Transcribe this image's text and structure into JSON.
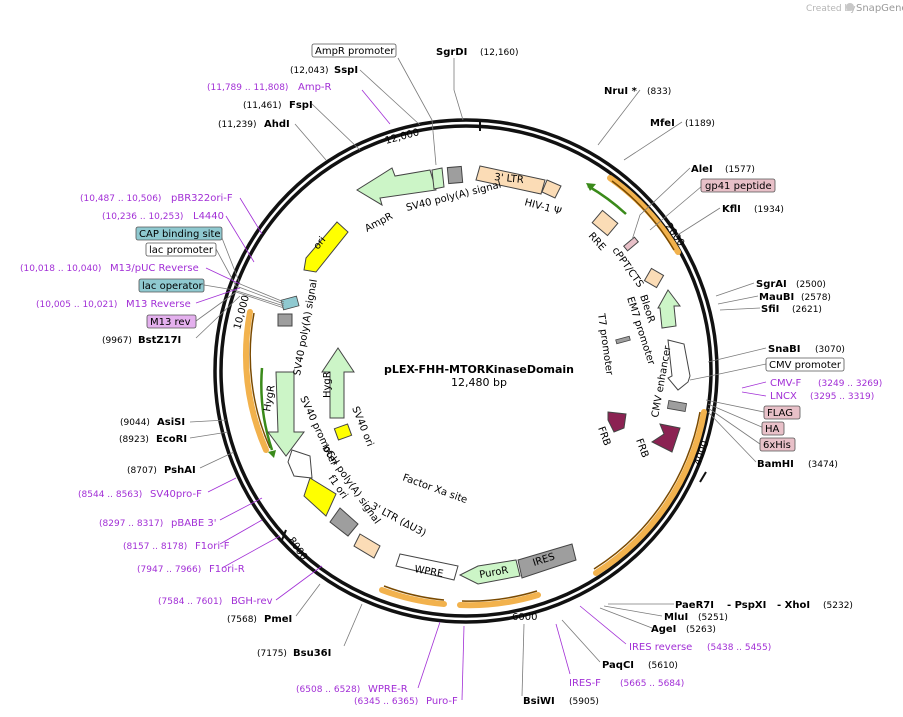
{
  "credit": {
    "prefix": "Created by",
    "brand": "SnapGene"
  },
  "plasmid": {
    "name": "pLEX-FHH-MTORKinaseDomain",
    "length": "12,480 bp"
  },
  "ticks": [
    "12,000",
    "2000",
    "4000",
    "6000",
    "8000",
    "10,000"
  ],
  "sites": [
    {
      "name": "SgrDI",
      "pos": "(12,160)"
    },
    {
      "name": "SspI",
      "pos": "(12,043)"
    },
    {
      "name": "FspI",
      "pos": "(11,461)"
    },
    {
      "name": "AhdI",
      "pos": "(11,239)"
    },
    {
      "name": "NruI *",
      "pos": "(833)"
    },
    {
      "name": "MfeI",
      "pos": "(1189)"
    },
    {
      "name": "AleI",
      "pos": "(1577)"
    },
    {
      "name": "KflI",
      "pos": "(1934)"
    },
    {
      "name": "SgrAI",
      "pos": "(2500)"
    },
    {
      "name": "MauBI",
      "pos": "(2578)"
    },
    {
      "name": "SfiI",
      "pos": "(2621)"
    },
    {
      "name": "SnaBI",
      "pos": "(3070)"
    },
    {
      "name": "BamHI",
      "pos": "(3474)"
    },
    {
      "name": "PaeR7I",
      "pos": ""
    },
    {
      "name": "- PspXI",
      "pos": ""
    },
    {
      "name": "- XhoI",
      "pos": "(5232)"
    },
    {
      "name": "MluI",
      "pos": "(5251)"
    },
    {
      "name": "AgeI",
      "pos": "(5263)"
    },
    {
      "name": "PaqCI",
      "pos": "(5610)"
    },
    {
      "name": "BsiWI",
      "pos": "(5905)"
    },
    {
      "name": "Bsu36I",
      "pos": "(7175)"
    },
    {
      "name": "PmeI",
      "pos": "(7568)"
    },
    {
      "name": "PshAI",
      "pos": "(8707)"
    },
    {
      "name": "EcoRI",
      "pos": "(8923)"
    },
    {
      "name": "AsiSI",
      "pos": "(9044)"
    },
    {
      "name": "BstZ17I",
      "pos": "(9967)"
    }
  ],
  "primers": [
    {
      "pos": "(11,789 .. 11,808)",
      "name": "Amp-R"
    },
    {
      "pos": "(10,487 .. 10,506)",
      "name": "pBR322ori-F"
    },
    {
      "pos": "(10,236 .. 10,253)",
      "name": "L4440"
    },
    {
      "pos": "(10,018 .. 10,040)",
      "name": "M13/pUC Reverse"
    },
    {
      "pos": "(10,005 .. 10,021)",
      "name": "M13 Reverse"
    },
    {
      "name": "CMV-F",
      "pos": "(3249 .. 3269)"
    },
    {
      "name": "LNCX",
      "pos": "(3295 .. 3319)"
    },
    {
      "name": "IRES reverse",
      "pos": "(5438 .. 5455)"
    },
    {
      "name": "IRES-F",
      "pos": "(5665 .. 5684)"
    },
    {
      "pos": "(6508 .. 6528)",
      "name": "WPRE-R"
    },
    {
      "pos": "(6345 .. 6365)",
      "name": "Puro-F"
    },
    {
      "pos": "(8544 .. 8563)",
      "name": "SV40pro-F"
    },
    {
      "pos": "(8297 .. 8317)",
      "name": "pBABE 3'"
    },
    {
      "pos": "(8157 .. 8178)",
      "name": "F1ori-F"
    },
    {
      "pos": "(7947 .. 7966)",
      "name": "F1ori-R"
    },
    {
      "pos": "(7584 .. 7601)",
      "name": "BGH-rev"
    }
  ],
  "boxes": {
    "ampr_promoter": "AmpR promoter",
    "cap_site": "CAP binding site",
    "lac_promoter": "lac promoter",
    "lac_operator": "lac operator",
    "m13_rev": "M13 rev",
    "cmv_promoter": "CMV promoter",
    "flag": "FLAG",
    "ha": "HA",
    "his": "6xHis",
    "gp41": "gp41 peptide"
  },
  "features": {
    "sv40_polya_top": "SV40 poly(A) signal",
    "hiv": "HIV-1 Ψ",
    "ltr3": "3' LTR",
    "ampr": "AmpR",
    "ori": "ori",
    "rre": "RRE",
    "cppt": "cPPT/CTS",
    "bleor": "BleoR",
    "em7": "EM7 promoter",
    "t7": "T7 promoter",
    "cmv_enh": "CMV enhancer",
    "frb1": "FRB",
    "frb2": "FRB",
    "sv40_polya_left": "SV40 poly(A) signal",
    "hygr_outer": "HygR",
    "hygr_inner": "HygR",
    "sv40_promoter": "SV40 promoter",
    "sv40_ori": "SV40 ori",
    "bgh": "bGH poly(A) signal",
    "f1": "f1 ori",
    "ltr3d": "3' LTR (ΔU3)",
    "factor_xa": "Factor Xa site",
    "wpre": "WPRE",
    "puror": "PuroR",
    "ires": "IRES"
  },
  "colors": {
    "ampr": "#ccf5c7",
    "ori": "#ffff00",
    "ltr": "#fbdcb6",
    "gray": "#9e9e9e",
    "frb": "#8b2252",
    "label_pink": "#e8c0c8",
    "label_teal": "#8fc9d0",
    "label_purple": "#e4b0ee",
    "primer": "#a22fd6",
    "orf": "#f2b24d",
    "orf_dark": "#7a4a00",
    "green_arrow": "#3a8a1a"
  }
}
